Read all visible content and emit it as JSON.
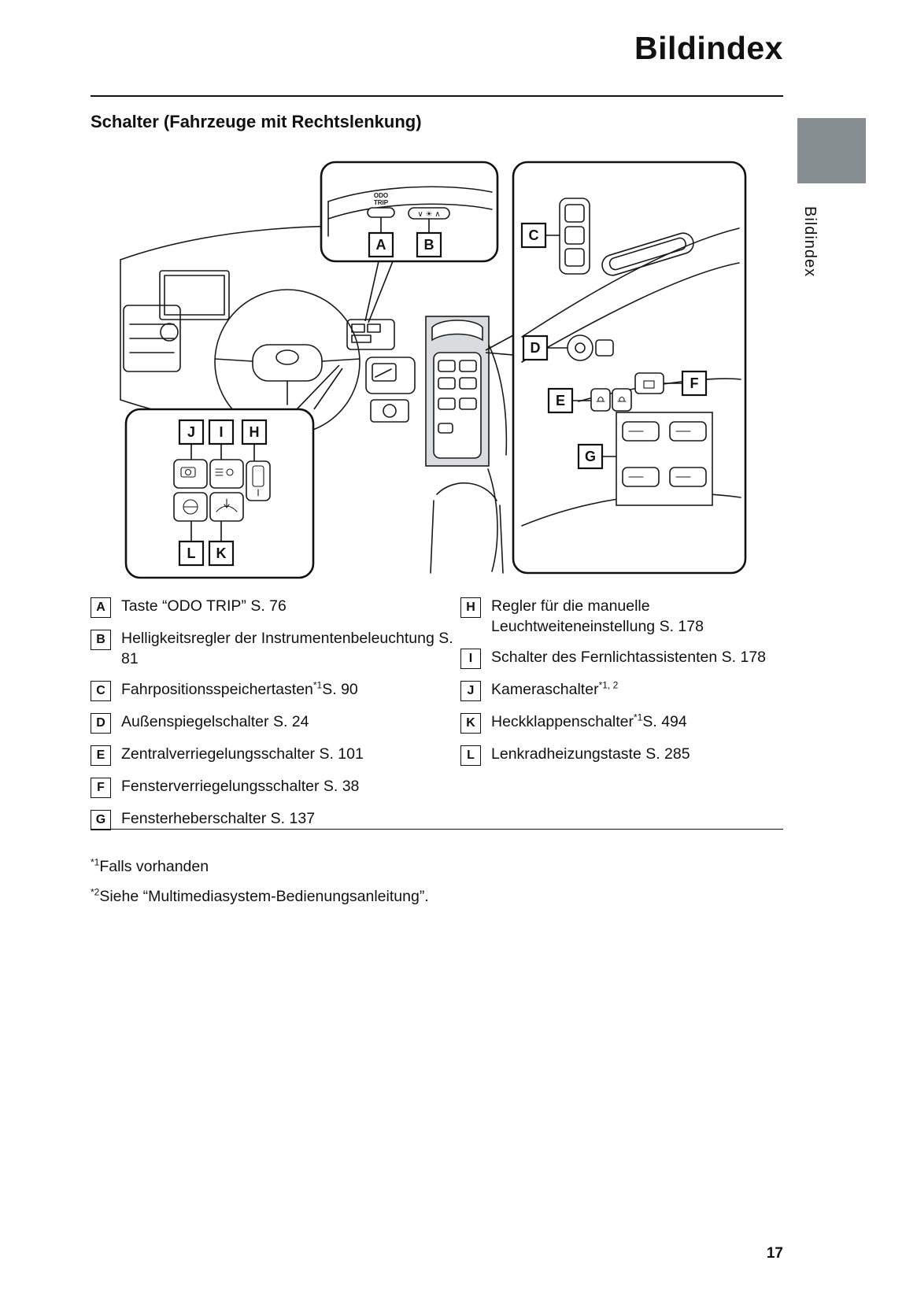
{
  "page": {
    "title": "Bildindex",
    "section_heading": "Schalter (Fahrzeuge mit Rechtslenkung)",
    "side_tab_label": "Bildindex",
    "page_number": "17"
  },
  "colors": {
    "side_tab_gray": "#878e91",
    "panel_shade": "#d9dcdf",
    "line": "#1a1a1a"
  },
  "figure": {
    "odo_button_lines": [
      "ODO",
      "TRIP"
    ],
    "brightness_glyphs": "∨ ☀ ∧",
    "callouts": {
      "a": "A",
      "b": "B",
      "c": "C",
      "d": "D",
      "e": "E",
      "f": "F",
      "g": "G",
      "h": "H",
      "i": "I",
      "j": "J",
      "k": "K",
      "l": "L"
    }
  },
  "legend": {
    "left": [
      {
        "key": "A",
        "pre": "Taste “ODO TRIP” S. 76",
        "sup": "",
        "post": ""
      },
      {
        "key": "B",
        "pre": "Helligkeitsregler der Instrumentenbeleuchtung S. 81",
        "sup": "",
        "post": ""
      },
      {
        "key": "C",
        "pre": "Fahrpositionsspeichertasten",
        "sup": "*1",
        "post": "S. 90"
      },
      {
        "key": "D",
        "pre": "Außenspiegelschalter S. 24",
        "sup": "",
        "post": ""
      },
      {
        "key": "E",
        "pre": "Zentralverriegelungsschalter S. 101",
        "sup": "",
        "post": ""
      },
      {
        "key": "F",
        "pre": "Fensterverriegelungsschalter S. 38",
        "sup": "",
        "post": ""
      },
      {
        "key": "G",
        "pre": "Fensterheberschalter S. 137",
        "sup": "",
        "post": ""
      }
    ],
    "right": [
      {
        "key": "H",
        "pre": "Regler für die manuelle Leuchtweiteneinstellung S. 178",
        "sup": "",
        "post": ""
      },
      {
        "key": "I",
        "pre": "Schalter des Fernlichtassistenten S. 178",
        "sup": "",
        "post": ""
      },
      {
        "key": "J",
        "pre": "Kameraschalter",
        "sup": "*1, 2",
        "post": ""
      },
      {
        "key": "K",
        "pre": "Heckklappenschalter",
        "sup": "*1",
        "post": "S. 494"
      },
      {
        "key": "L",
        "pre": "Lenkradheizungstaste S. 285",
        "sup": "",
        "post": ""
      }
    ]
  },
  "footnotes": [
    {
      "marker": "*1",
      "text": "Falls vorhanden"
    },
    {
      "marker": "*2",
      "text": "Siehe “Multimediasystem-Bedienungsanleitung”."
    }
  ]
}
